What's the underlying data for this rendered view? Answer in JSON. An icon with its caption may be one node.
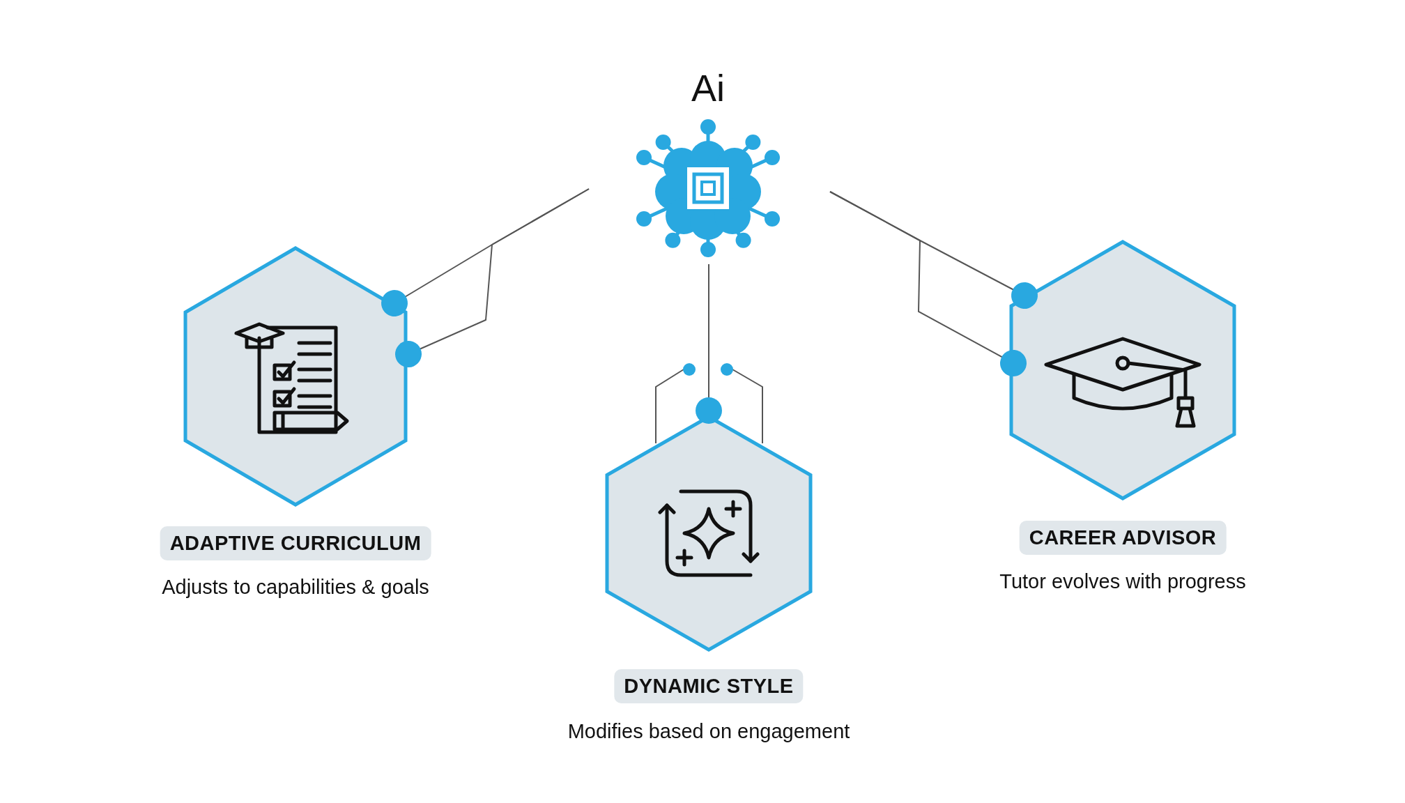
{
  "diagram": {
    "nodes": [
      {
        "text": [
          "Ai"
        ]
      },
      {
        "text": [
          "ADAPTIVE CURRICULUM",
          "Adjusts to capabilities & goals"
        ]
      },
      {
        "text": [
          "DYNAMIC STYLE",
          "Modifies based on engagement"
        ]
      },
      {
        "text": [
          "CAREER ADVISOR",
          "Tutor evolves with progress"
        ]
      }
    ],
    "edges": [
      {
        "from": 0,
        "to": 1,
        "arrow": "other"
      },
      {
        "from": 0,
        "to": 1,
        "arrow": "other"
      },
      {
        "from": 0,
        "to": 2,
        "arrow": "other"
      },
      {
        "from": 0,
        "to": 3,
        "arrow": "other"
      },
      {
        "from": 0,
        "to": 3,
        "arrow": "other"
      }
    ]
  }
}
